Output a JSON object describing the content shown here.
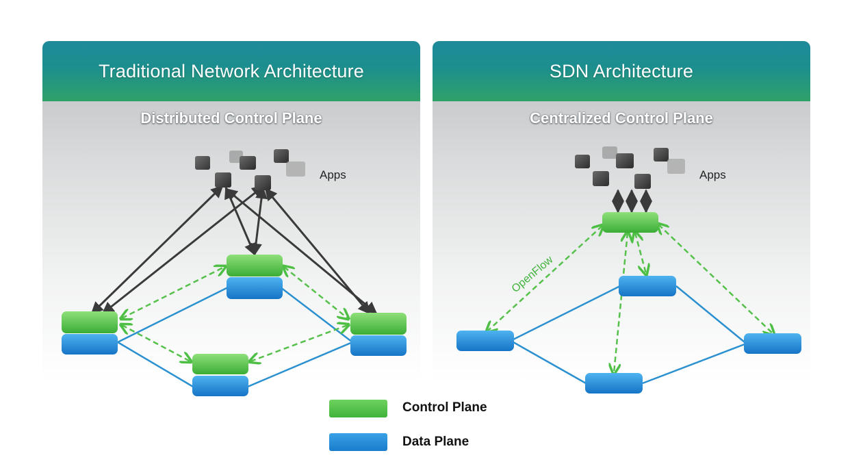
{
  "left_panel": {
    "title": "Traditional Network Architecture",
    "subtitle": "Distributed Control Plane",
    "apps_label": "Apps"
  },
  "right_panel": {
    "title": "SDN Architecture",
    "subtitle": "Centralized Control Plane",
    "apps_label": "Apps",
    "protocol_label": "OpenFlow"
  },
  "legend": {
    "control_plane": "Control Plane",
    "data_plane": "Data Plane"
  },
  "colors": {
    "control_plane": "#4cbf44",
    "data_plane": "#1f86d6",
    "header_teal": "#1d8f8e",
    "link_blue": "#2a90d0",
    "control_link_green": "#55c04a",
    "app_arrow": "#3a3a3a"
  }
}
